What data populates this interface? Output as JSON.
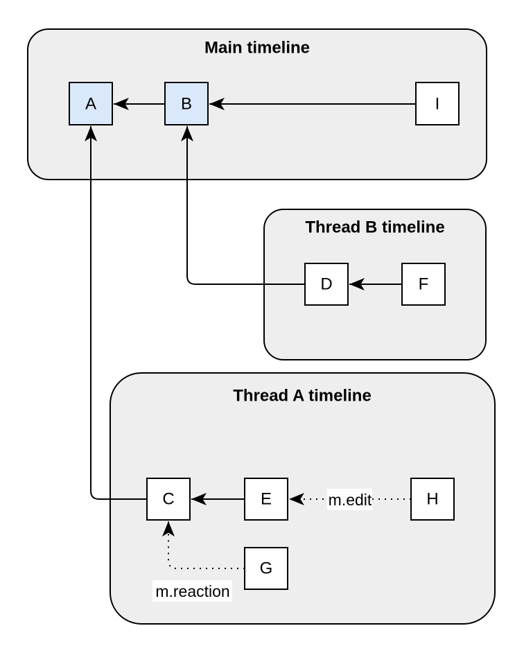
{
  "diagram": {
    "containers": [
      {
        "title": "Main timeline"
      },
      {
        "title": "Thread B timeline"
      },
      {
        "title": "Thread A timeline"
      }
    ],
    "nodes": [
      {
        "id": "A",
        "highlighted": true
      },
      {
        "id": "B",
        "highlighted": true
      },
      {
        "id": "I",
        "highlighted": false
      },
      {
        "id": "D",
        "highlighted": false
      },
      {
        "id": "F",
        "highlighted": false
      },
      {
        "id": "C",
        "highlighted": false
      },
      {
        "id": "E",
        "highlighted": false
      },
      {
        "id": "H",
        "highlighted": false
      },
      {
        "id": "G",
        "highlighted": false
      }
    ],
    "edges": [
      {
        "from": "B",
        "to": "A",
        "style": "solid"
      },
      {
        "from": "I",
        "to": "B",
        "style": "solid"
      },
      {
        "from": "F",
        "to": "D",
        "style": "solid"
      },
      {
        "from": "D",
        "to": "B",
        "style": "solid"
      },
      {
        "from": "E",
        "to": "C",
        "style": "solid"
      },
      {
        "from": "C",
        "to": "A",
        "style": "solid"
      },
      {
        "from": "H",
        "to": "E",
        "style": "dotted",
        "label": "m.edit"
      },
      {
        "from": "G",
        "to": "C",
        "style": "dotted",
        "label": "m.reaction"
      }
    ],
    "colors": {
      "highlight_node_fill": "#dae8fc",
      "node_fill": "#ffffff",
      "container_fill": "#eeeeee",
      "stroke": "#000000",
      "edge_label_bg": "#ffffff",
      "text": "#000000",
      "page_bg": "#ffffff"
    }
  }
}
